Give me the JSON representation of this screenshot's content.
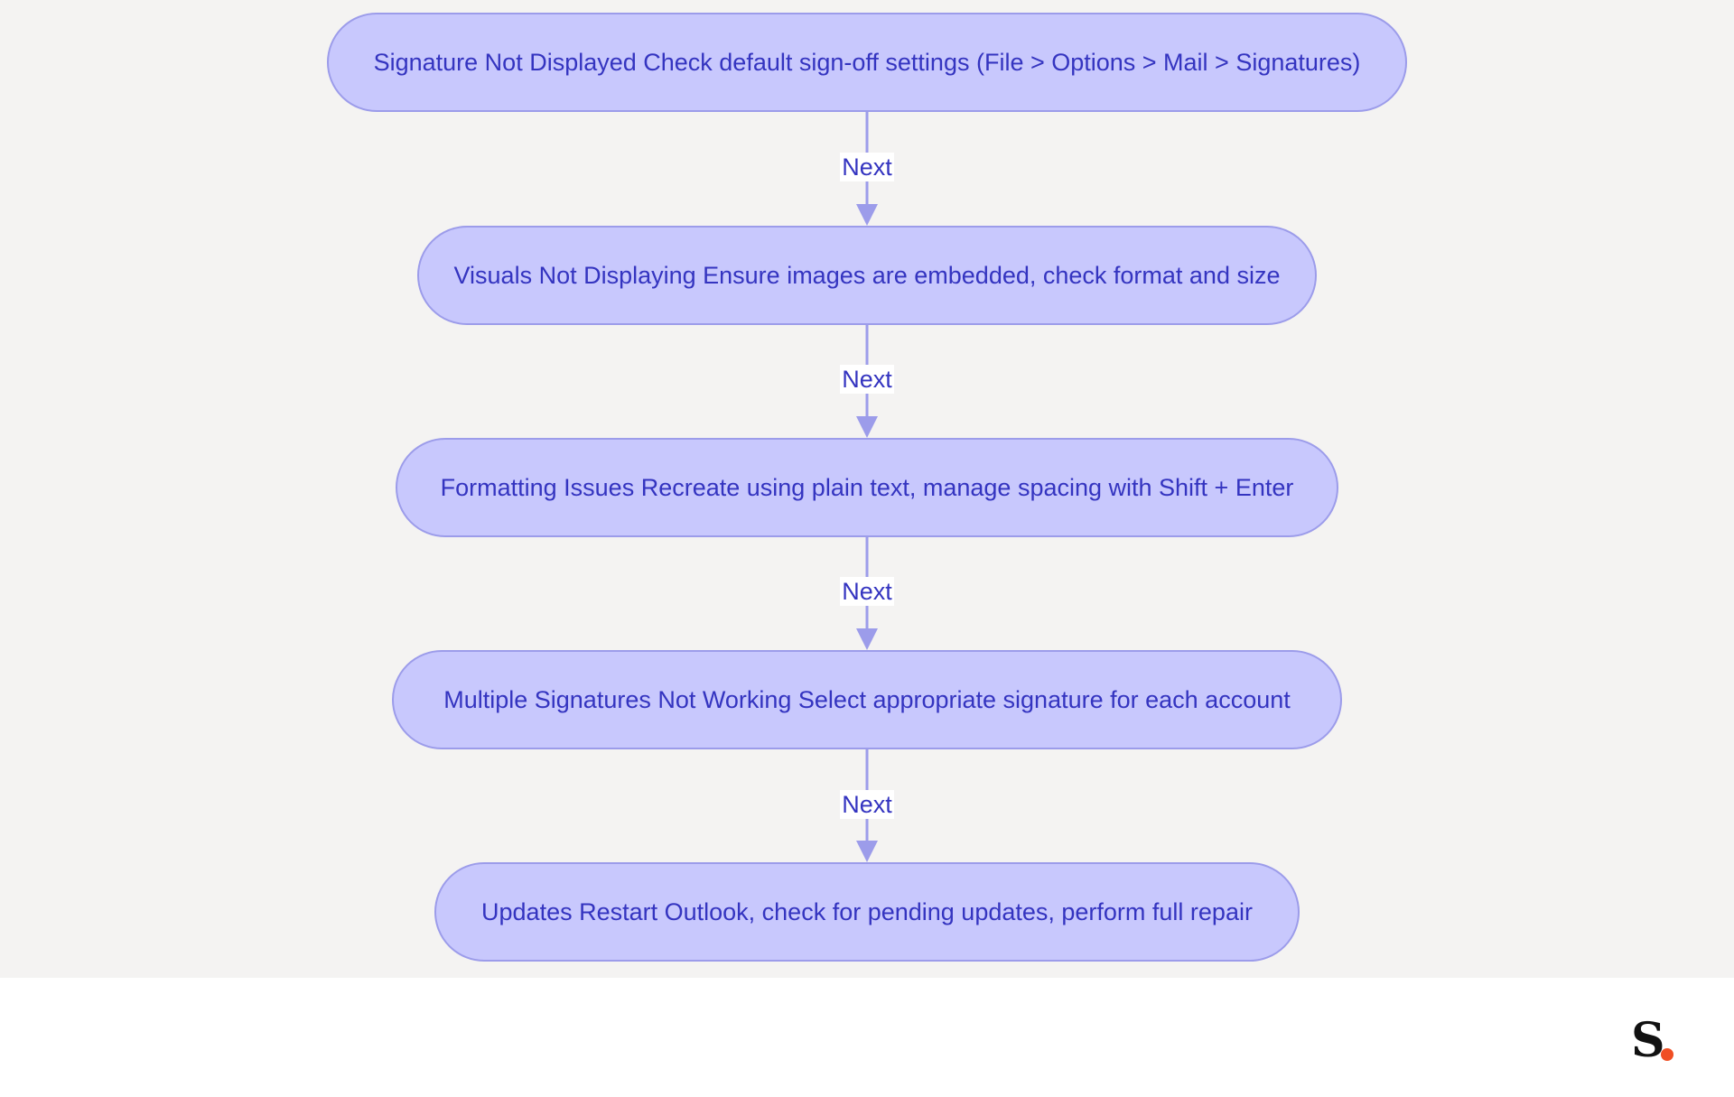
{
  "nodes": [
    {
      "id": "n1",
      "text": "Signature Not Displayed Check default sign-off settings (File > Options > Mail > Signatures)"
    },
    {
      "id": "n2",
      "text": "Visuals Not Displaying Ensure images are embedded, check format and size"
    },
    {
      "id": "n3",
      "text": "Formatting Issues Recreate using plain text, manage spacing with Shift + Enter"
    },
    {
      "id": "n4",
      "text": "Multiple Signatures Not Working Select appropriate signature for each account"
    },
    {
      "id": "n5",
      "text": "Updates Restart Outlook, check for pending updates, perform full repair"
    }
  ],
  "edges": [
    {
      "from": "n1",
      "to": "n2",
      "label": "Next"
    },
    {
      "from": "n2",
      "to": "n3",
      "label": "Next"
    },
    {
      "from": "n3",
      "to": "n4",
      "label": "Next"
    },
    {
      "from": "n4",
      "to": "n5",
      "label": "Next"
    }
  ],
  "colors": {
    "canvas_background": "#f4f3f2",
    "node_fill": "#c8c8fd",
    "node_border": "#9c9cea",
    "text": "#3434c0",
    "edge": "#9c9cea",
    "logo_dark": "#111111",
    "logo_dot": "#f04e23"
  },
  "logo": {
    "icon": "brand-s-logo-icon",
    "text": "S."
  }
}
